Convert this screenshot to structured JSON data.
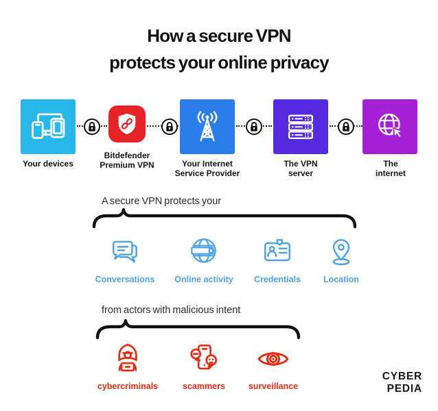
{
  "title": {
    "line1": "How a secure VPN",
    "line2": "protects your online privacy"
  },
  "flow": {
    "connector_icon": "padlock-icon",
    "nodes": [
      {
        "id": "your-devices",
        "icon": "devices-icon",
        "color": "#29b6e8",
        "label_line1": "Your devices",
        "label_line2": ""
      },
      {
        "id": "bitdefender",
        "icon": "shield-link-icon",
        "color": "#e62329",
        "label_line1": "Bitdefender",
        "label_line2": "Premium VPN"
      },
      {
        "id": "isp",
        "icon": "radio-tower-icon",
        "color": "#2b7de9",
        "label_line1": "Your Internet",
        "label_line2": "Service Provider"
      },
      {
        "id": "vpn-server",
        "icon": "server-stack-icon",
        "color": "#5429e0",
        "label_line1": "The VPN",
        "label_line2": "server"
      },
      {
        "id": "the-internet",
        "icon": "globe-cursor-icon",
        "color": "#a621d6",
        "label_line1": "The",
        "label_line2": "internet"
      }
    ]
  },
  "protect": {
    "heading": "A secure VPN protects your",
    "accent_color": "#4fa3e3",
    "items": [
      {
        "label": "Conversations",
        "icon": "speech-bubbles-icon"
      },
      {
        "label": "Online activity",
        "icon": "globe-search-icon"
      },
      {
        "label": "Credentials",
        "icon": "id-card-icon"
      },
      {
        "label": "Location",
        "icon": "map-pin-icon"
      }
    ]
  },
  "threats": {
    "heading": "from actors with malicious intent",
    "accent_color": "#e32c12",
    "items": [
      {
        "label": "cybercriminals",
        "icon": "hooded-hacker-icon"
      },
      {
        "label": "scammers",
        "icon": "phone-scam-icon"
      },
      {
        "label": "surveillance",
        "icon": "eye-icon"
      }
    ]
  },
  "logo": {
    "line1": "CYBER",
    "line2": "PEDIA"
  },
  "colors": {
    "ink": "#111111",
    "device_cyan": "#29b6e8",
    "bitdefender_red": "#e62329",
    "isp_blue": "#2b7de9",
    "server_indigo": "#5429e0",
    "internet_purple": "#a621d6",
    "protect_blue": "#4fa3e3",
    "threat_red": "#e32c12"
  }
}
